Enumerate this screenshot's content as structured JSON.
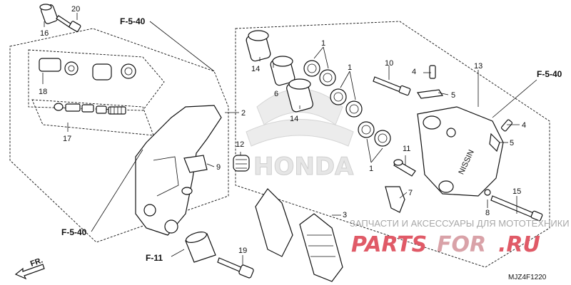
{
  "callouts": {
    "n1a": "1",
    "n1b": "1",
    "n1c": "1",
    "n2": "2",
    "n3": "3",
    "n4a": "4",
    "n4b": "4",
    "n5a": "5",
    "n5b": "5",
    "n6": "6",
    "n7": "7",
    "n8": "8",
    "n9": "9",
    "n10": "10",
    "n11": "11",
    "n12": "12",
    "n13": "13",
    "n14a": "14",
    "n14b": "14",
    "n15": "15",
    "n16": "16",
    "n17": "17",
    "n18": "18",
    "n19": "19",
    "n20": "20"
  },
  "references": {
    "f540_top": "F-5-40",
    "f540_right": "F-5-40",
    "f540_left": "F-5-40",
    "f11": "F-11",
    "front": "FR."
  },
  "watermarks": {
    "honda": "HONDA",
    "site_text": "ЗАПЧАСТИ И АКСЕССУАРЫ ДЛЯ МОТОТЕХНИКИ",
    "brand_a": "PARTS",
    "brand_b": "FOR",
    "brand_c": ".RU"
  },
  "diagram_code": "MJZ4F1220",
  "caliper_mark": "NISSIN"
}
